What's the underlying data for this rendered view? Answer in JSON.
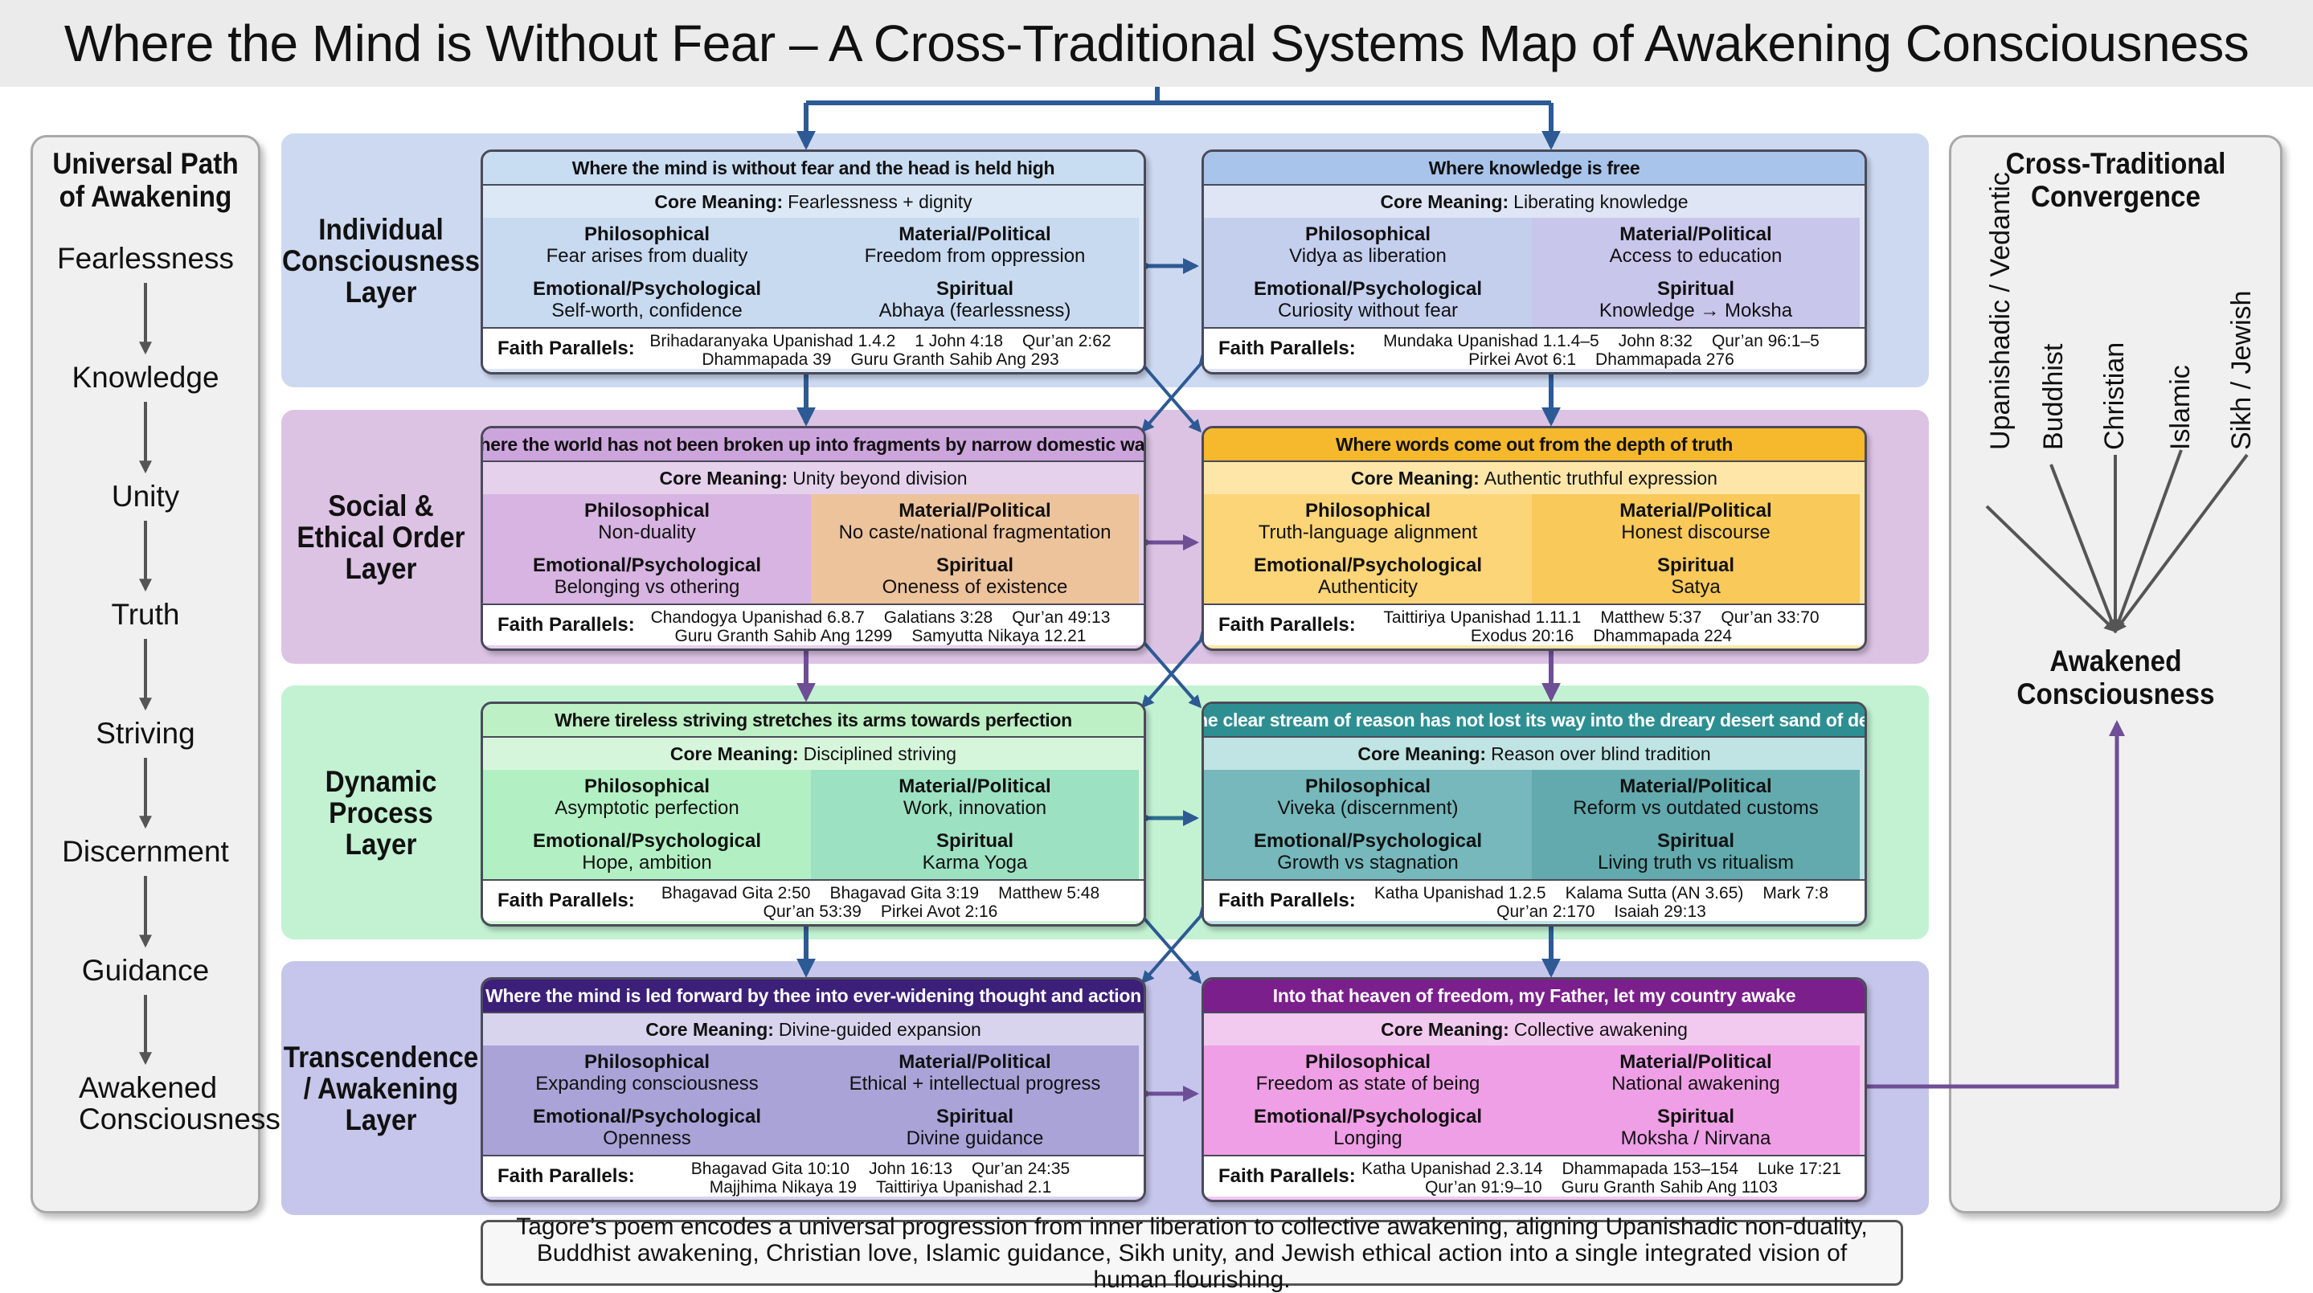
{
  "title": "Where the Mind is Without Fear – A Cross-Traditional Systems Map of Awakening Consciousness",
  "left_panel": {
    "title_line1": "Universal Path",
    "title_line2": "of Awakening",
    "steps": [
      "Fearlessness",
      "Knowledge",
      "Unity",
      "Truth",
      "Striving",
      "Discernment",
      "Guidance",
      "Awakened Consciousness"
    ]
  },
  "right_panel": {
    "title_line1": "Cross-Traditional",
    "title_line2": "Convergence",
    "traditions": [
      "Upanishadic / Vedantic",
      "Buddhist",
      "Christian",
      "Islamic",
      "Sikh / Jewish"
    ],
    "result_line1": "Awakened",
    "result_line2": "Consciousness"
  },
  "labels": {
    "core_meaning": "Core Meaning:",
    "philosophical": "Philosophical",
    "material": "Material/Political",
    "emotional": "Emotional/Psychological",
    "spiritual": "Spiritual",
    "faith": "Faith Parallels:"
  },
  "layers": [
    {
      "name": [
        "Individual",
        "Consciousness",
        "Layer"
      ],
      "color": "#cdd9f0",
      "cards": [
        {
          "head": "Where the mind is without fear and the head is held high",
          "core": "Fearlessness + dignity",
          "philosophical": "Fear arises from duality",
          "material": "Freedom from oppression",
          "emotional": "Self-worth, confidence",
          "spiritual": "Abhaya (fearlessness)",
          "faith_line1": [
            "Brihadaranyaka Upanishad 1.4.2",
            "1 John 4:18",
            "Qur’an 2:62"
          ],
          "faith_line2": [
            "Dhammapada 39",
            "Guru Granth Sahib Ang 293"
          ]
        },
        {
          "head": "Where knowledge is free",
          "core": "Liberating knowledge",
          "philosophical": "Vidya as liberation",
          "material": "Access to education",
          "emotional": "Curiosity without fear",
          "spiritual": "Knowledge → Moksha",
          "faith_line1": [
            "Mundaka Upanishad 1.1.4–5",
            "John 8:32",
            "Qur’an 96:1–5"
          ],
          "faith_line2": [
            "Pirkei Avot 6:1",
            "Dhammapada 276"
          ]
        }
      ]
    },
    {
      "name": [
        "Social &",
        "Ethical Order",
        "Layer"
      ],
      "color": "#dcc3e4",
      "cards": [
        {
          "head": "Where the world has not been broken up into fragments by narrow domestic walls",
          "core": "Unity beyond division",
          "philosophical": "Non-duality",
          "material": "No caste/national fragmentation",
          "emotional": "Belonging vs othering",
          "spiritual": "Oneness of existence",
          "faith_line1": [
            "Chandogya Upanishad 6.8.7",
            "Galatians 3:28",
            "Qur’an 49:13"
          ],
          "faith_line2": [
            "Guru Granth Sahib Ang 1299",
            "Samyutta Nikaya 12.21"
          ]
        },
        {
          "head": "Where words come out from the depth of truth",
          "core": "Authentic truthful expression",
          "philosophical": "Truth-language alignment",
          "material": "Honest discourse",
          "emotional": "Authenticity",
          "spiritual": "Satya",
          "faith_line1": [
            "Taittiriya Upanishad 1.11.1",
            "Matthew 5:37",
            "Qur’an 33:70"
          ],
          "faith_line2": [
            "Exodus 20:16",
            "Dhammapada 224"
          ]
        }
      ]
    },
    {
      "name": [
        "Dynamic",
        "Process",
        "Layer"
      ],
      "color": "#c2f2d2",
      "cards": [
        {
          "head": "Where tireless striving stretches its arms towards perfection",
          "core": "Disciplined striving",
          "philosophical": "Asymptotic perfection",
          "material": "Work, innovation",
          "emotional": "Hope, ambition",
          "spiritual": "Karma Yoga",
          "faith_line1": [
            "Bhagavad Gita 2:50",
            "Bhagavad Gita 3:19",
            "Matthew 5:48"
          ],
          "faith_line2": [
            "Qur’an 53:39",
            "Pirkei Avot 2:16"
          ]
        },
        {
          "head": "Where the clear stream of reason has not lost its way into the dreary desert sand of dead habit",
          "core": "Reason over blind tradition",
          "philosophical": "Viveka (discernment)",
          "material": "Reform vs outdated customs",
          "emotional": "Growth vs stagnation",
          "spiritual": "Living truth vs ritualism",
          "faith_line1": [
            "Katha Upanishad 1.2.5",
            "Kalama Sutta (AN 3.65)",
            "Mark 7:8"
          ],
          "faith_line2": [
            "Qur’an 2:170",
            "Isaiah 29:13"
          ]
        }
      ]
    },
    {
      "name": [
        "Transcendence",
        "/ Awakening",
        "Layer"
      ],
      "color": "#c6c6ec",
      "cards": [
        {
          "head": "Where the mind is led forward by thee into ever-widening thought and action",
          "core": "Divine-guided expansion",
          "philosophical": "Expanding consciousness",
          "material": "Ethical + intellectual progress",
          "emotional": "Openness",
          "spiritual": "Divine guidance",
          "faith_line1": [
            "Bhagavad Gita 10:10",
            "John 16:13",
            "Qur’an 24:35"
          ],
          "faith_line2": [
            "Majjhima Nikaya 19",
            "Taittiriya Upanishad 2.1"
          ]
        },
        {
          "head": "Into that heaven of freedom, my Father, let my country awake",
          "core": "Collective awakening",
          "philosophical": "Freedom as state of being",
          "material": "National awakening",
          "emotional": "Longing",
          "spiritual": "Moksha / Nirvana",
          "faith_line1": [
            "Katha Upanishad 2.3.14",
            "Dhammapada 153–154",
            "Luke 17:21"
          ],
          "faith_line2": [
            "Qur’an 91:9–10",
            "Guru Granth Sahib Ang 1103"
          ]
        }
      ]
    }
  ],
  "footer": "Tagore’s poem encodes a universal progression from inner liberation to collective awakening, aligning Upanishadic non-duality, Buddhist awakening, Christian love, Islamic guidance, Sikh unity, and Jewish ethical action into a single integrated vision of human flourishing.",
  "colors": {
    "arrow_blue": "#2d5a94",
    "arrow_purple": "#6e4f95"
  }
}
